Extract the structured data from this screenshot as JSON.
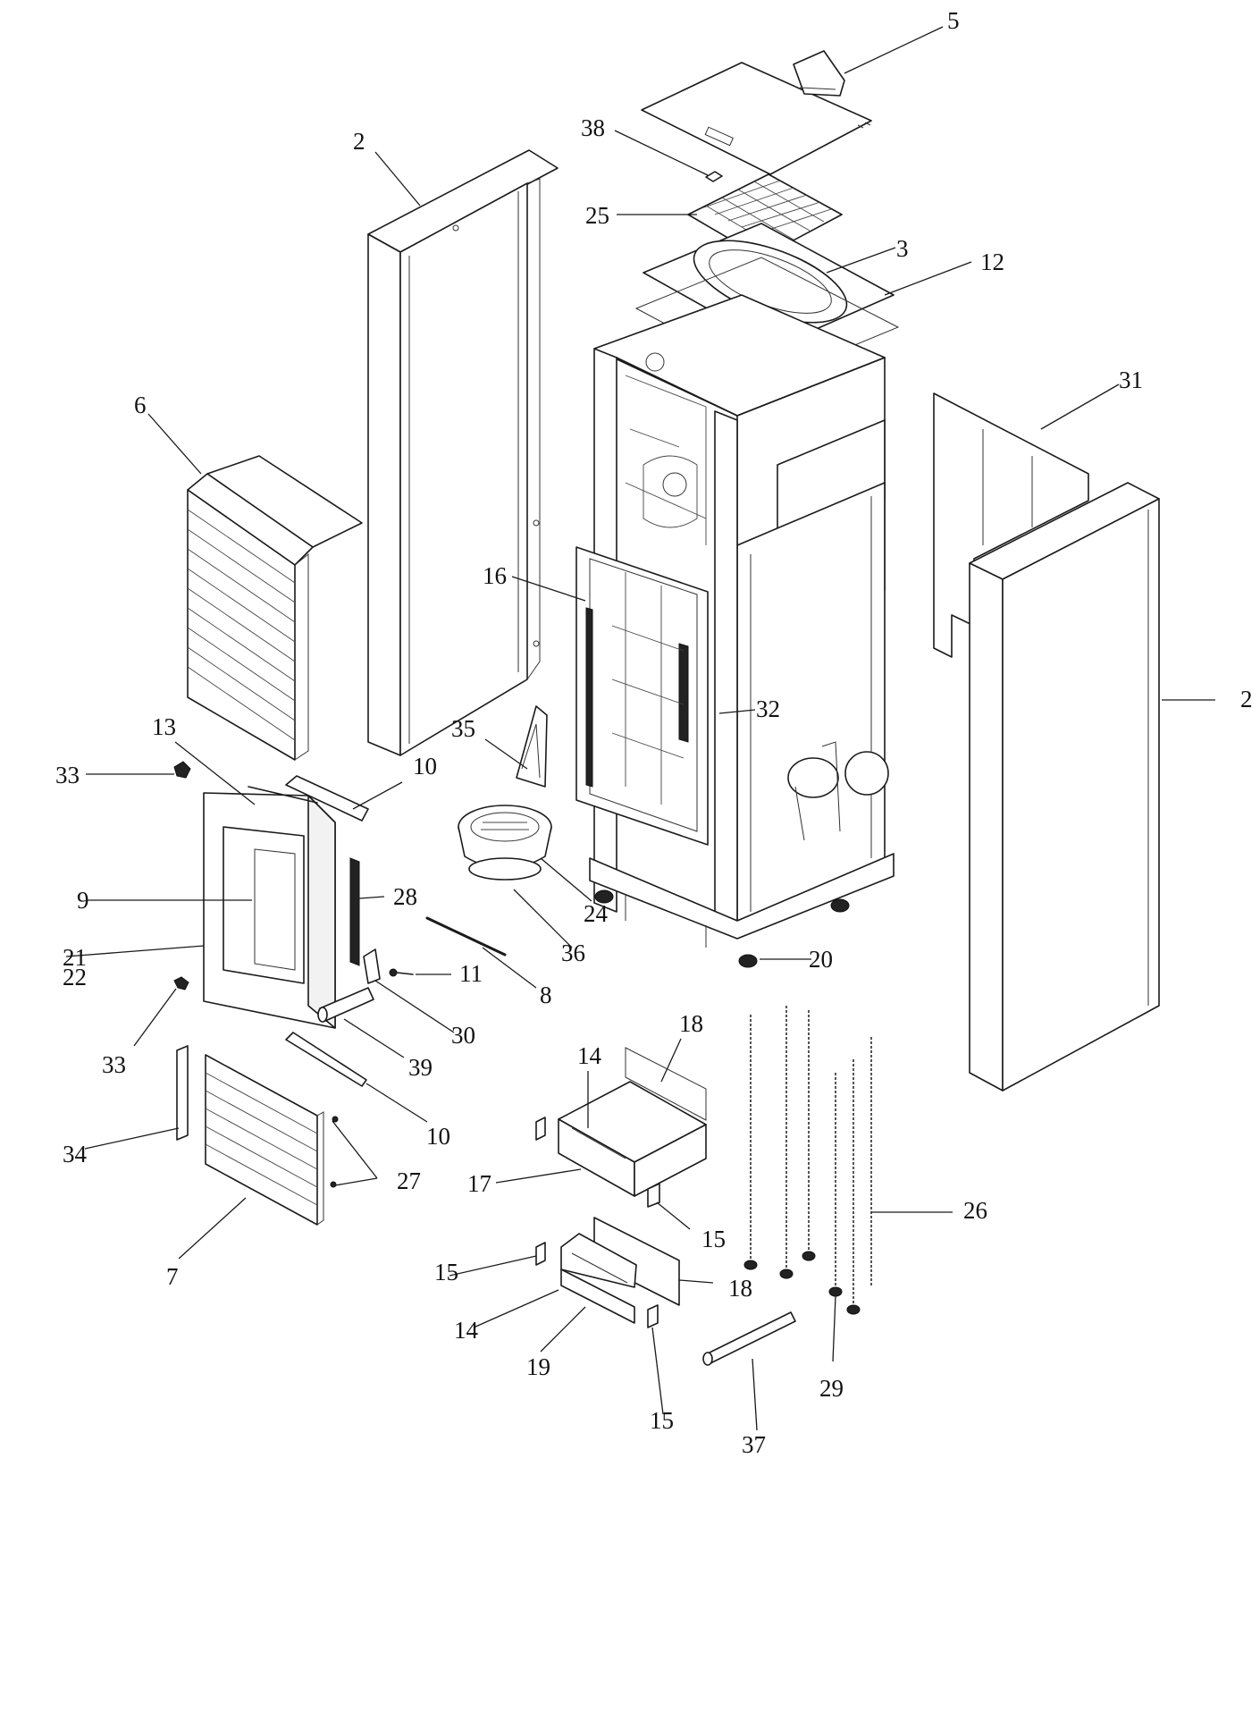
{
  "callouts": [
    "5",
    "38",
    "2",
    "25",
    "3",
    "12",
    "31",
    "6",
    "16",
    "32",
    "2",
    "13",
    "35",
    "33",
    "10",
    "9",
    "28",
    "24",
    "21",
    "22",
    "36",
    "20",
    "11",
    "8",
    "33",
    "30",
    "39",
    "18",
    "14",
    "10",
    "34",
    "27",
    "17",
    "26",
    "15",
    "7",
    "15",
    "18",
    "14",
    "19",
    "29",
    "15",
    "37"
  ]
}
